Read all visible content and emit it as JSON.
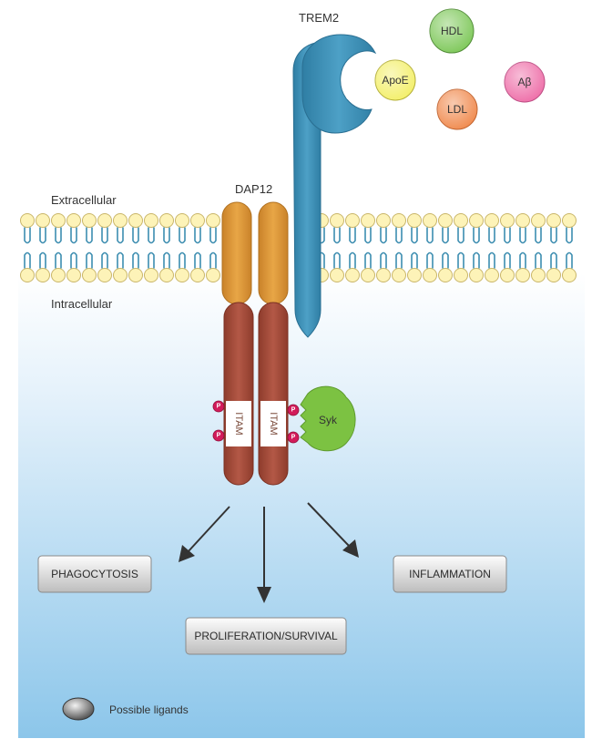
{
  "labels": {
    "extracellular": "Extracellular",
    "intracellular": "Intracellular",
    "receptor": "TREM2",
    "adaptor": "DAP12",
    "motif": "ITAM",
    "kinase": "Syk",
    "phospho": "P"
  },
  "ligands": [
    {
      "id": "hdl",
      "label": "HDL",
      "color": "#7ec85a"
    },
    {
      "id": "apoe",
      "label": "ApoE",
      "color": "#f3ef6a"
    },
    {
      "id": "ldl",
      "label": "LDL",
      "color": "#f08a4e"
    },
    {
      "id": "abeta",
      "label": "Aβ",
      "color": "#ee6ea8"
    }
  ],
  "outcomes": [
    {
      "id": "phagocytosis",
      "label": "PHAGOCYTOSIS"
    },
    {
      "id": "proliferation",
      "label": "PROLIFERATION/SURVIVAL"
    },
    {
      "id": "inflammation",
      "label": "INFLAMMATION"
    }
  ],
  "legend": {
    "text": "Possible ligands"
  },
  "colors": {
    "trem2": "#3f8fb5",
    "dap12_extra": "#df9a3a",
    "dap12_intra": "#a9503e",
    "syk": "#7cc242",
    "phospho": "#d21b5a",
    "lipid_head": "#fdf3b8",
    "lipid_tail": "#3c8db0",
    "cytoplasm_bottom": "#8cc6ea"
  }
}
